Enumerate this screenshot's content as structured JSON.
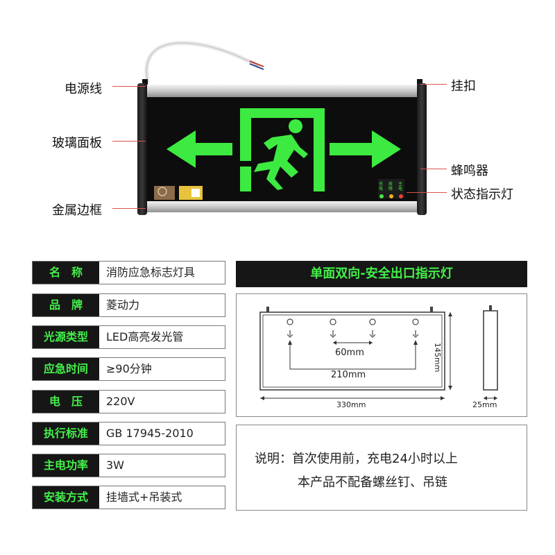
{
  "callouts": {
    "power_cord": "电源线",
    "glass_panel": "玻璃面板",
    "metal_frame": "金属边框",
    "hook": "挂扣",
    "buzzer": "蜂鸣器",
    "status_light": "状态指示灯"
  },
  "indicator_labels": [
    "充电",
    "故障",
    "主电"
  ],
  "specs": [
    {
      "key": "名　称",
      "value": "消防应急标志灯具"
    },
    {
      "key": "品　牌",
      "value": "菱动力"
    },
    {
      "key": "光源类型",
      "value": "LED高亮发光管"
    },
    {
      "key": "应急时间",
      "value": "≥90分钟"
    },
    {
      "key": "电　压",
      "value": "220V"
    },
    {
      "key": "执行标准",
      "value": "GB 17945-2010"
    },
    {
      "key": "主电功率",
      "value": "3W"
    },
    {
      "key": "安装方式",
      "value": "挂墙式+吊装式"
    }
  ],
  "drawing": {
    "title": "单面双向-安全出口指示灯",
    "dim_hole_spacing": "60mm",
    "dim_outer_holes": "210mm",
    "dim_width": "330mm",
    "dim_height": "145mm",
    "dim_depth": "25mm"
  },
  "note": {
    "line1": "说明：首次使用前，充电24小时以上",
    "line2": "本产品不配备螺丝钉、吊链"
  },
  "colors": {
    "accent_green": "#44f04a",
    "dark": "#161616",
    "callout_red": "#d9534f"
  }
}
